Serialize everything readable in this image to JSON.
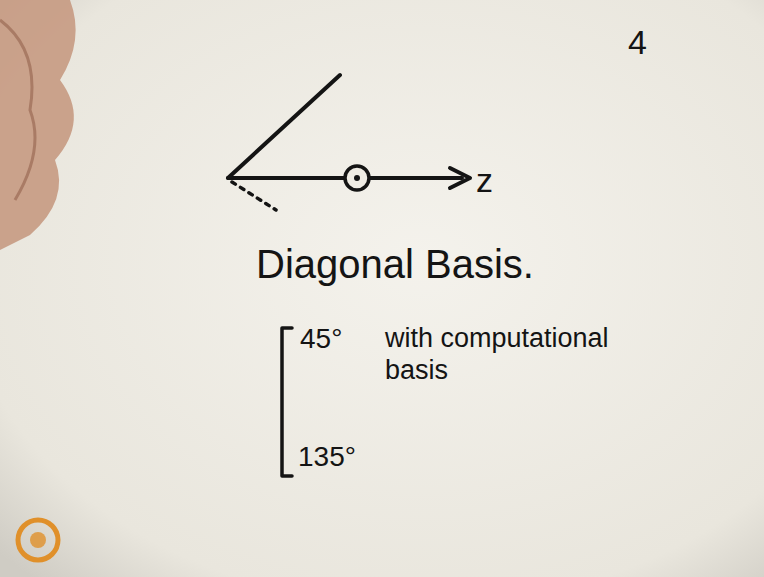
{
  "diagram": {
    "labels": [
      "4",
      "z",
      "Diagonal Basis.",
      "45°",
      "with computational basis",
      "135°"
    ]
  }
}
